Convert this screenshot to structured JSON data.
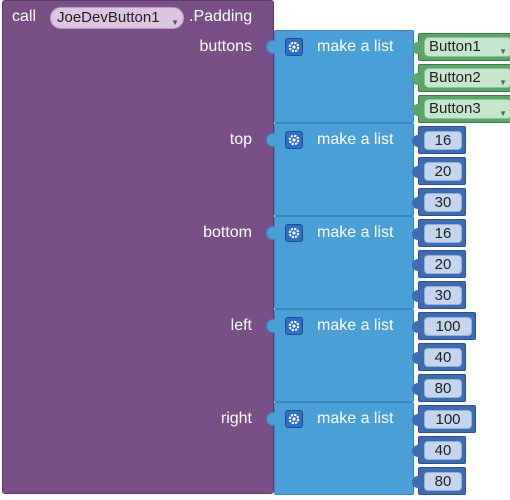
{
  "call": {
    "keyword": "call",
    "component": "JoeDevButton1",
    "method": ".Padding"
  },
  "params": [
    {
      "label": "buttons",
      "list_label": "make a list",
      "items": [
        {
          "kind": "component",
          "text": "Button1"
        },
        {
          "kind": "component",
          "text": "Button2"
        },
        {
          "kind": "component",
          "text": "Button3"
        }
      ]
    },
    {
      "label": "top",
      "list_label": "make a list",
      "items": [
        {
          "kind": "number",
          "text": "16"
        },
        {
          "kind": "number",
          "text": "20"
        },
        {
          "kind": "number",
          "text": "30"
        }
      ]
    },
    {
      "label": "bottom",
      "list_label": "make a list",
      "items": [
        {
          "kind": "number",
          "text": "16"
        },
        {
          "kind": "number",
          "text": "20"
        },
        {
          "kind": "number",
          "text": "30"
        }
      ]
    },
    {
      "label": "left",
      "list_label": "make a list",
      "items": [
        {
          "kind": "number",
          "text": "100"
        },
        {
          "kind": "number",
          "text": "40"
        },
        {
          "kind": "number",
          "text": "80"
        }
      ]
    },
    {
      "label": "right",
      "list_label": "make a list",
      "items": [
        {
          "kind": "number",
          "text": "100"
        },
        {
          "kind": "number",
          "text": "40"
        },
        {
          "kind": "number",
          "text": "80"
        }
      ]
    }
  ],
  "icons": {
    "dropdown": "triangle-down-icon",
    "mutator": "gear-icon"
  },
  "colors": {
    "call_block": "#7a4f87",
    "list_block": "#4a9fd6",
    "component_block": "#5ba56a",
    "number_block": "#3d6cb0"
  }
}
